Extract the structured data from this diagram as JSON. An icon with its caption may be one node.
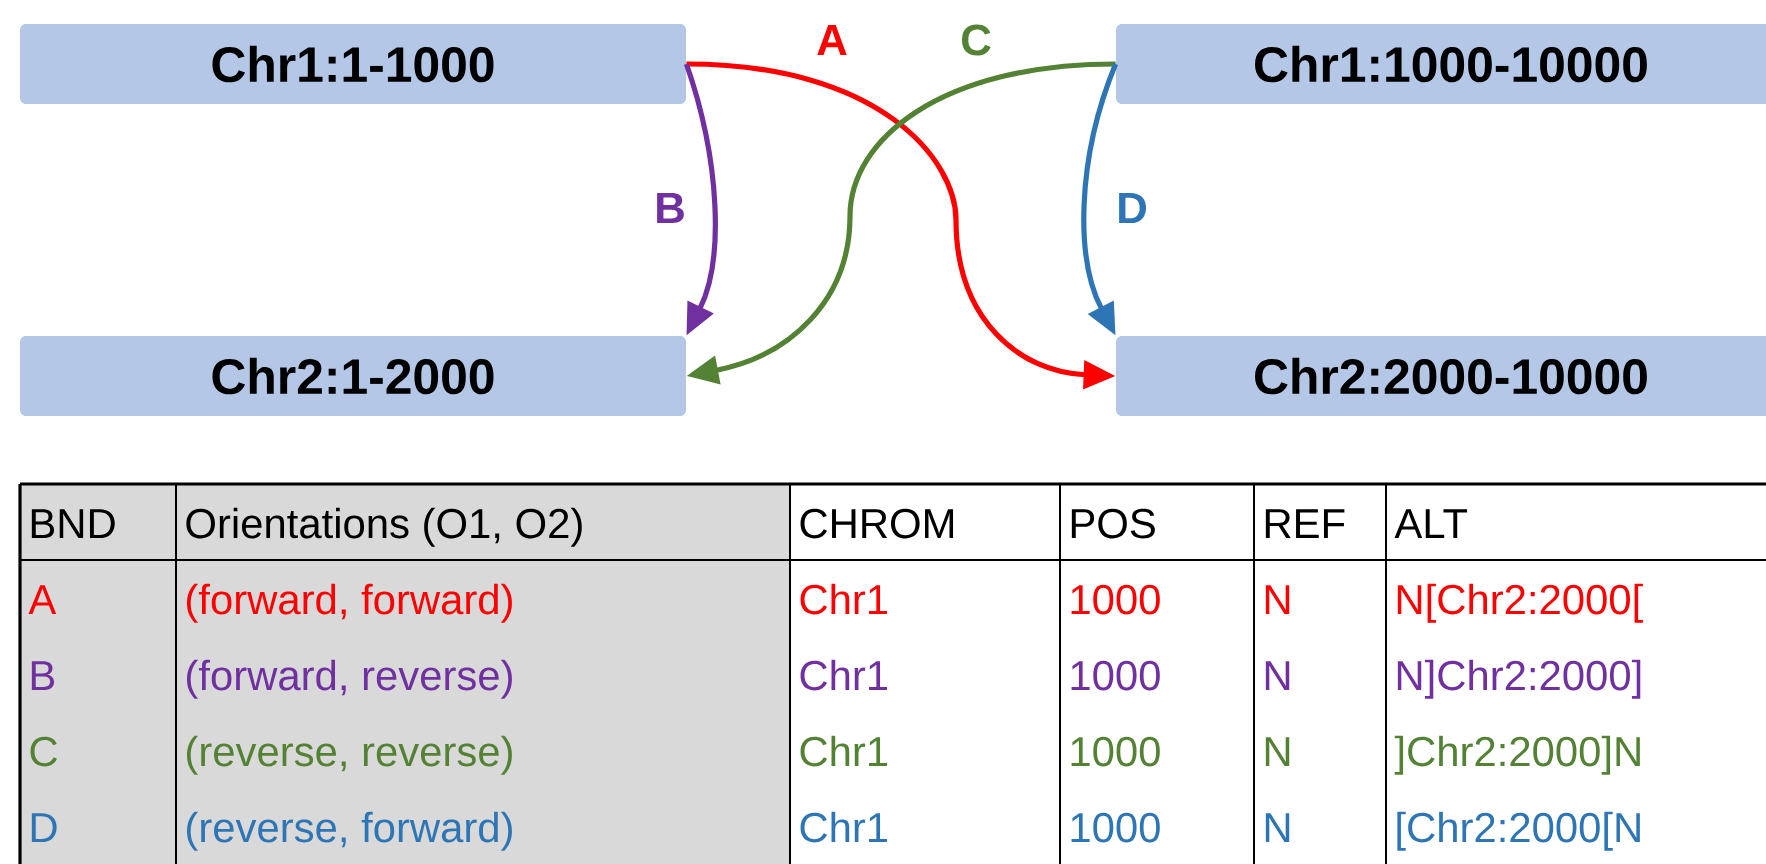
{
  "diagram": {
    "nodes": [
      {
        "text": [
          "Chr1:1-1000"
        ]
      },
      {
        "text": [
          "Chr1:1000-10000"
        ]
      },
      {
        "text": [
          "Chr2:1-2000"
        ]
      },
      {
        "text": [
          "Chr2:2000-10000"
        ]
      }
    ],
    "edges": [
      {
        "from": 0,
        "to": 3,
        "arrow": "to",
        "label": "A",
        "color": "#ff0000"
      },
      {
        "from": 0,
        "to": 2,
        "arrow": "to",
        "label": "B",
        "color": "#7030a0"
      },
      {
        "from": 1,
        "to": 2,
        "arrow": "to",
        "label": "C",
        "color": "#548235"
      },
      {
        "from": 1,
        "to": 3,
        "arrow": "to",
        "label": "D",
        "color": "#2e75b6"
      }
    ],
    "labels": [
      "BND",
      "Orientations (O1, O2)",
      "CHROM",
      "POS",
      "REF",
      "ALT",
      "A",
      "(forward, forward)",
      "Chr1",
      "1000",
      "N",
      "N[Chr2:2000[",
      "B",
      "(forward, reverse)",
      "Chr1",
      "1000",
      "N",
      "N]Chr2:2000]",
      "C",
      "(reverse, reverse)",
      "Chr1",
      "1000",
      "N",
      "]Chr2:2000]N",
      "D",
      "(reverse, forward)",
      "Chr1",
      "1000",
      "N",
      "[Chr2:2000[N"
    ]
  }
}
